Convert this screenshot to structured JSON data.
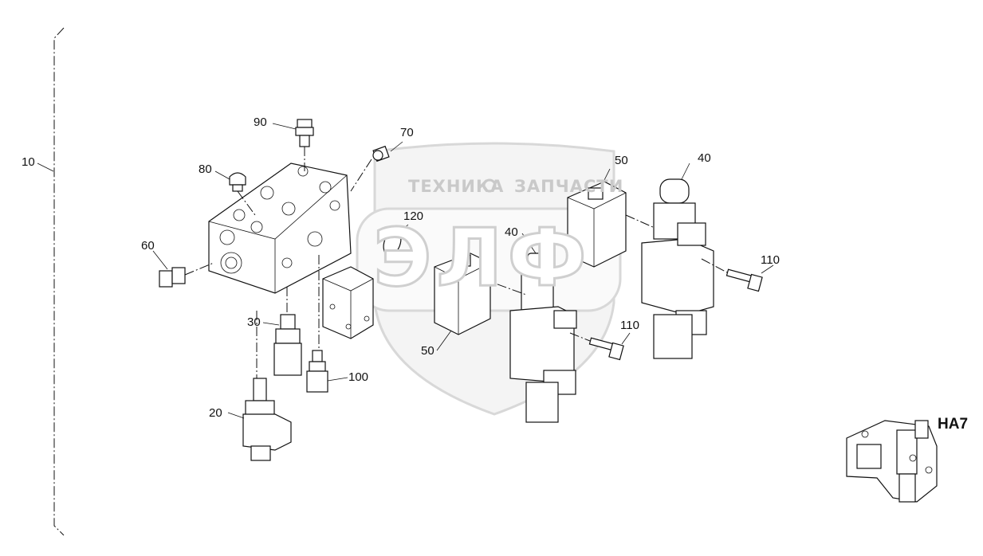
{
  "watermark": {
    "top_text_left": "ТЕХНИКА",
    "top_text_right": "ЗАПЧАСТИ",
    "logo_letters": "ЭЛФ"
  },
  "callouts": {
    "p10": "10",
    "p20": "20",
    "p30": "30",
    "p40a": "40",
    "p40b": "40",
    "p50a": "50",
    "p50b": "50",
    "p60": "60",
    "p70": "70",
    "p80": "80",
    "p90": "90",
    "p100": "100",
    "p110a": "110",
    "p110b": "110",
    "p120": "120"
  },
  "assembly_code": "HA7"
}
